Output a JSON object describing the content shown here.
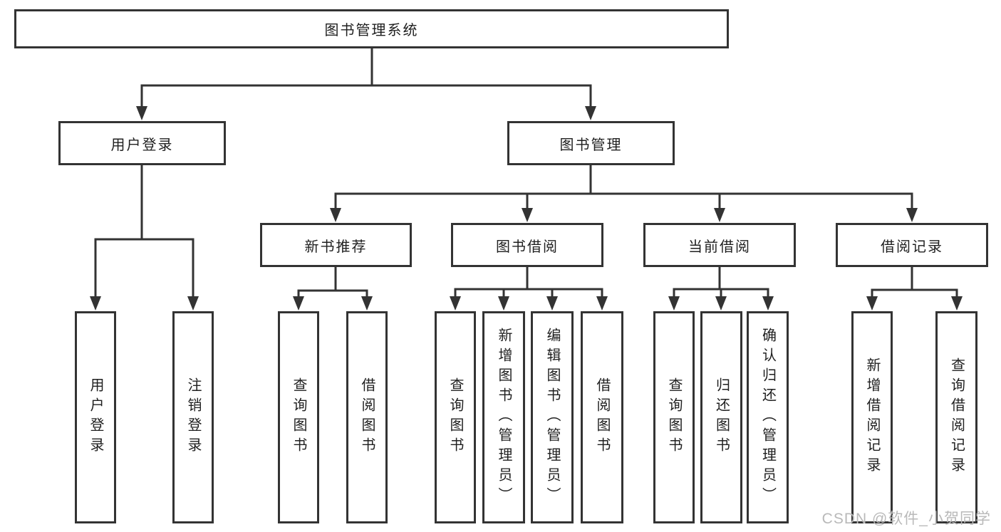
{
  "diagram": {
    "root": {
      "label": "图书管理系统"
    },
    "level2": [
      {
        "label": "用户登录"
      },
      {
        "label": "图书管理"
      }
    ],
    "level3": [
      {
        "label": "新书推荐"
      },
      {
        "label": "图书借阅"
      },
      {
        "label": "当前借阅"
      },
      {
        "label": "借阅记录"
      }
    ],
    "leaves": {
      "user": [
        "用户登录",
        "注销登录"
      ],
      "newbook": [
        "查询图书",
        "借阅图书"
      ],
      "borrow": [
        "查询图书",
        "新增图书（管理员）",
        "编辑图书（管理员）",
        "借阅图书"
      ],
      "current": [
        "查询图书",
        "归还图书",
        "确认归还（管理员）"
      ],
      "records": [
        "新增借阅记录",
        "查询借阅记录"
      ]
    }
  },
  "watermark": {
    "text": "CSDN @软件_小贺同学"
  },
  "colors": {
    "line": "#333333",
    "text": "#1f1f1f",
    "background": "#ffffff",
    "watermark": "#b9b9b9"
  }
}
